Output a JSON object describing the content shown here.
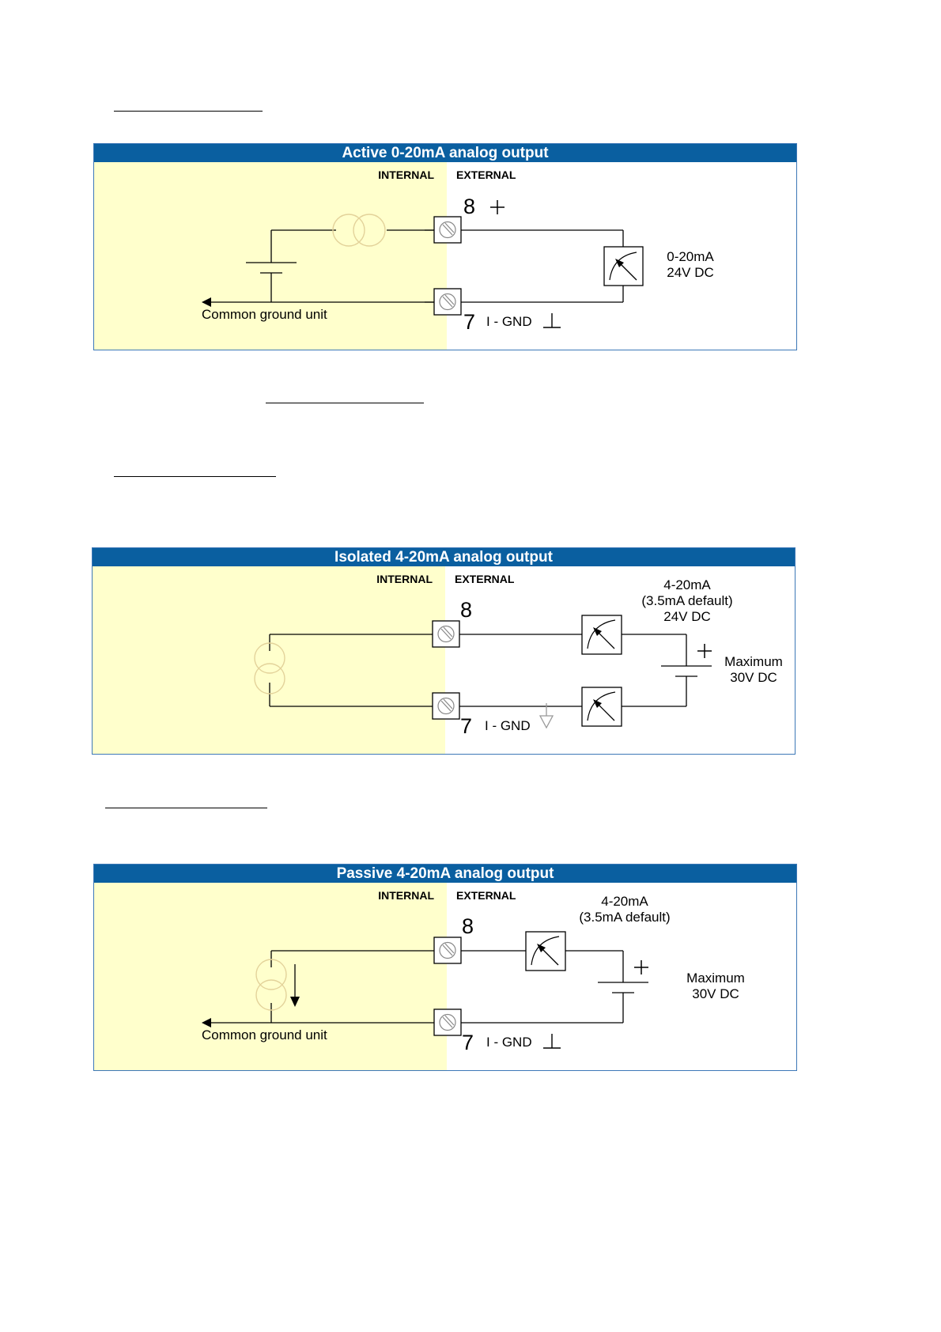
{
  "panels": [
    {
      "title": "Active 0-20mA analog output",
      "internal": "INTERNAL",
      "external": "EXTERNAL",
      "pin_top": "8",
      "pin_bottom": "7",
      "gnd_label": "I - GND",
      "common_ground": "Common ground unit",
      "meter_label": "0-20mA",
      "voltage_label": "24V DC"
    },
    {
      "title": "Isolated 4-20mA analog output",
      "internal": "INTERNAL",
      "external": "EXTERNAL",
      "pin_top": "8",
      "pin_bottom": "7",
      "gnd_label": "I - GND",
      "current_label": "4-20mA",
      "default_label": "(3.5mA default)",
      "voltage_label": "24V DC",
      "max_label": "Maximum",
      "max_voltage": "30V DC"
    },
    {
      "title": "Passive 4-20mA analog output",
      "internal": "INTERNAL",
      "external": "EXTERNAL",
      "pin_top": "8",
      "pin_bottom": "7",
      "gnd_label": "I - GND",
      "common_ground": "Common ground unit",
      "current_label": "4-20mA",
      "default_label": "(3.5mA default)",
      "max_label": "Maximum",
      "max_voltage": "30V DC"
    }
  ]
}
